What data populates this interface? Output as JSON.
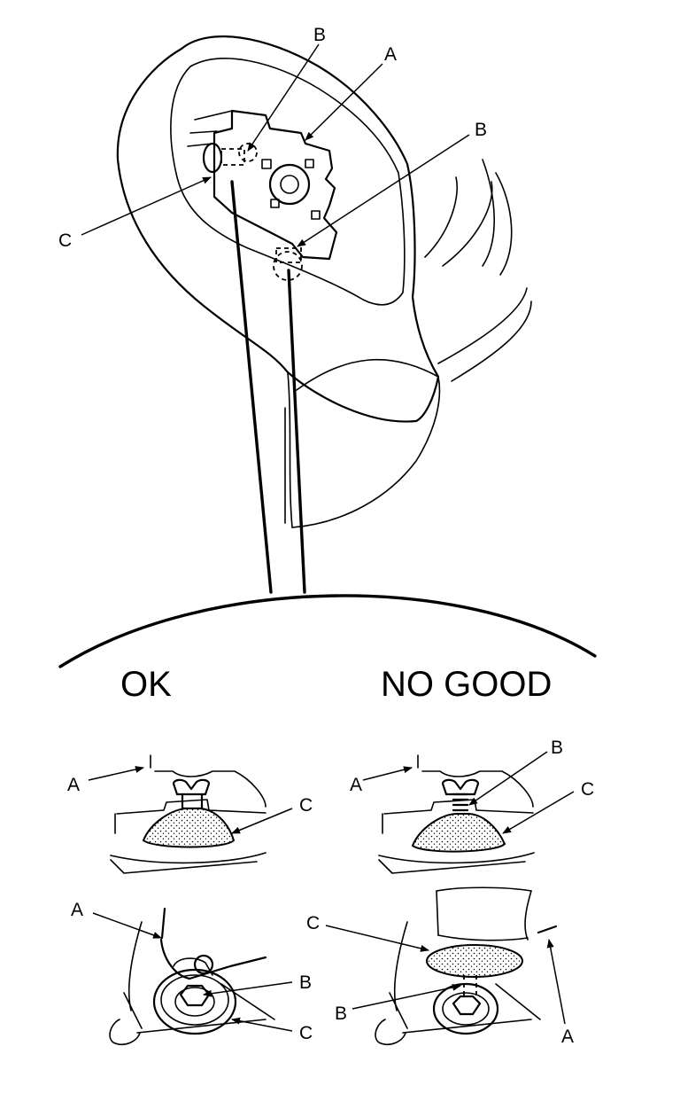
{
  "callouts": {
    "main_A": "A",
    "main_B_top": "B",
    "main_B_right": "B",
    "main_C": "C",
    "ok_side_A": "A",
    "ok_side_C": "C",
    "ng_side_A": "A",
    "ng_side_B": "B",
    "ng_side_C": "C",
    "ok_top_A": "A",
    "ok_top_B": "B",
    "ok_top_C": "C",
    "ng_top_A": "A",
    "ng_top_B": "B",
    "ng_top_C": "C"
  },
  "status": {
    "ok_label": "OK",
    "ng_label": "NO GOOD"
  }
}
